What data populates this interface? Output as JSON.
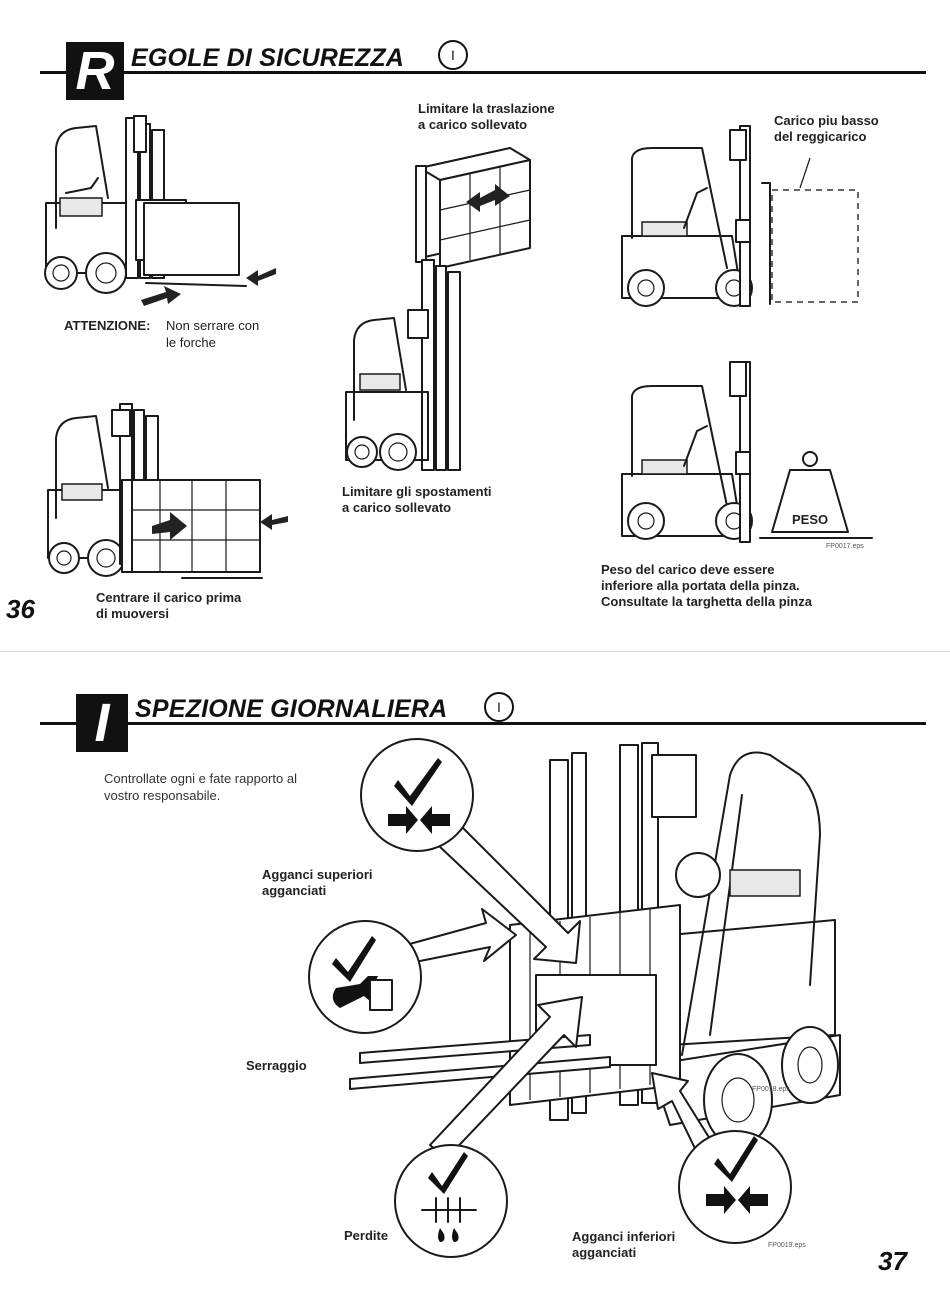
{
  "section1": {
    "initial": "R",
    "title": "EGOLE DI SICUREZZA",
    "badge": "I",
    "captions": {
      "attention_label": "ATTENZIONE:",
      "attention_text": [
        "Non serrare con",
        "le forche"
      ],
      "center_load": [
        "Centrare il carico prima",
        "di muoversi"
      ],
      "limit_travel_top": [
        "Limitare la traslazione",
        "a carico sollevato"
      ],
      "limit_moves_bottom": [
        "Limitare gli spostamenti",
        "a carico sollevato"
      ],
      "load_lower": [
        "Carico piu basso",
        "del reggicarico"
      ],
      "weight_label": "PESO",
      "weight_note": [
        "Peso del carico deve essere",
        "inferiore alla portata della pinza.",
        "Consultate la targhetta della pinza"
      ],
      "file_ref": "FP0017.eps"
    },
    "page_number": "36"
  },
  "section2": {
    "initial": "I",
    "title": "SPEZIONE GIORNALIERA",
    "badge": "I",
    "intro": [
      "Controllate ogni e fate rapporto al",
      "vostro responsabile."
    ],
    "callouts": {
      "upper_hooks": [
        "Agganci superiori",
        "agganciati"
      ],
      "tightening": "Serraggio",
      "leaks": "Perdite",
      "lower_hooks": [
        "Agganci inferiori",
        "agganciati"
      ]
    },
    "file_ref_1": "FP0018.eps",
    "file_ref_2": "FP0019.eps",
    "page_number": "37"
  },
  "icons": [
    "forklift-icon",
    "check-icon",
    "arrows-in-icon",
    "wrench-icon",
    "drops-icon"
  ]
}
